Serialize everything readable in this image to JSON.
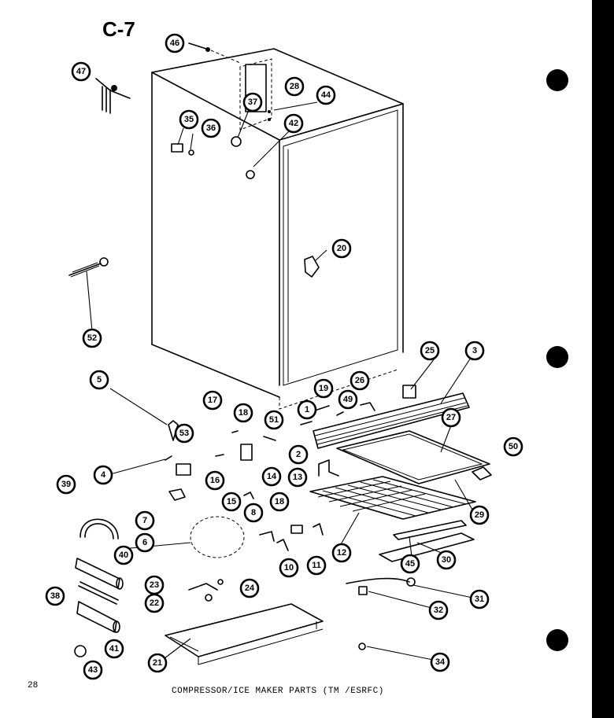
{
  "page_code": "C-7",
  "page_number": "28",
  "caption": "COMPRESSOR/ICE MAKER PARTS (TM /ESRFC)",
  "ink_color": "#000000",
  "paper_color": "#ffffff",
  "callouts": [
    "46",
    "47",
    "28",
    "44",
    "37",
    "35",
    "36",
    "42",
    "20",
    "52",
    "25",
    "3",
    "5",
    "19",
    "26",
    "49",
    "17",
    "18",
    "51",
    "1",
    "53",
    "2",
    "27",
    "50",
    "4",
    "16",
    "14",
    "13",
    "39",
    "15",
    "12",
    "29",
    "7",
    "8",
    "10",
    "11",
    "6",
    "40",
    "45",
    "30",
    "23",
    "24",
    "38",
    "22",
    "31",
    "32",
    "21",
    "41",
    "43",
    "34"
  ]
}
